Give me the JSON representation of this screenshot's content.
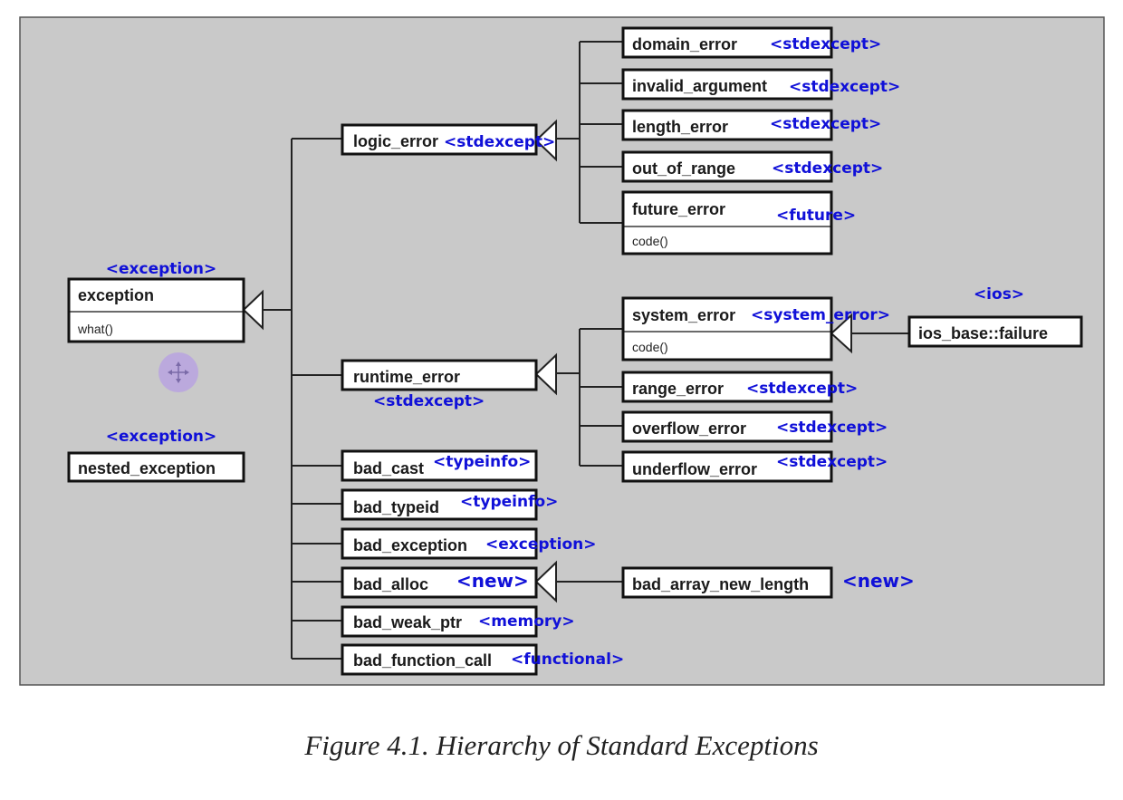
{
  "figure": {
    "caption": "Figure 4.1. Hierarchy of Standard Exceptions",
    "colors": {
      "panel": "#c9c9c9",
      "header_text": "#1010d8",
      "box_border": "#111111",
      "cursor": "#b9a3e0"
    }
  },
  "classes": {
    "exception": {
      "name": "exception",
      "method": "what()",
      "header": "<exception>"
    },
    "nested_exception": {
      "name": "nested_exception",
      "header": "<exception>"
    },
    "logic_error": {
      "name": "logic_error",
      "header": "<stdexcept>"
    },
    "runtime_error": {
      "name": "runtime_error",
      "header": "<stdexcept>"
    },
    "domain_error": {
      "name": "domain_error",
      "header": "<stdexcept>"
    },
    "invalid_argument": {
      "name": "invalid_argument",
      "header": "<stdexcept>"
    },
    "length_error": {
      "name": "length_error",
      "header": "<stdexcept>"
    },
    "out_of_range": {
      "name": "out_of_range",
      "header": "<stdexcept>"
    },
    "future_error": {
      "name": "future_error",
      "method": "code()",
      "header": "<future>"
    },
    "system_error": {
      "name": "system_error",
      "method": "code()",
      "header": "<system_error>"
    },
    "ios_base_failure": {
      "name": "ios_base::failure",
      "header": "<ios>"
    },
    "range_error": {
      "name": "range_error",
      "header": "<stdexcept>"
    },
    "overflow_error": {
      "name": "overflow_error",
      "header": "<stdexcept>"
    },
    "underflow_error": {
      "name": "underflow_error",
      "header": "<stdexcept>"
    },
    "bad_cast": {
      "name": "bad_cast",
      "header": "<typeinfo>"
    },
    "bad_typeid": {
      "name": "bad_typeid",
      "header": "<typeinfo>"
    },
    "bad_exception": {
      "name": "bad_exception",
      "header": "<exception>"
    },
    "bad_alloc": {
      "name": "bad_alloc",
      "header": "<new>"
    },
    "bad_array_new_length": {
      "name": "bad_array_new_length",
      "header": "<new>"
    },
    "bad_weak_ptr": {
      "name": "bad_weak_ptr",
      "header": "<memory>"
    },
    "bad_function_call": {
      "name": "bad_function_call",
      "header": "<functional>"
    }
  }
}
